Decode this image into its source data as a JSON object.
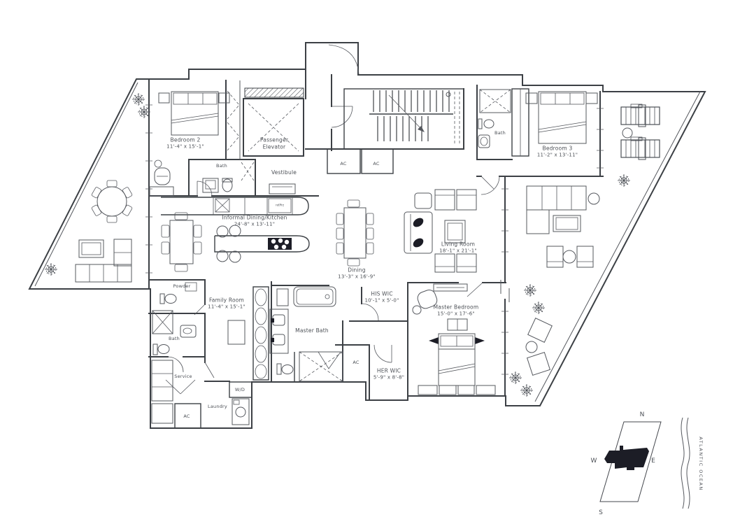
{
  "drawing": {
    "rooms": {
      "bedroom2": {
        "name": "Bedroom 2",
        "dims": "11'-4\" x 15'-1\""
      },
      "bath2": {
        "name": "Bath"
      },
      "elevator": {
        "line1": "Passenger",
        "line2": "Elevator"
      },
      "vestibule": {
        "name": "Vestibule"
      },
      "bedroom3": {
        "name": "Bedroom 3",
        "dims": "11'-2\" x 13'-11\""
      },
      "bath3": {
        "name": "Bath"
      },
      "ac1": {
        "name": "AC"
      },
      "ac2": {
        "name": "AC"
      },
      "ac3": {
        "name": "AC"
      },
      "ac4": {
        "name": "AC"
      },
      "kitchen": {
        "name": "Informal Dining/Kitchen",
        "dims": "24'-8\" x 13'-11\""
      },
      "dining": {
        "name": "Dining",
        "dims": "13'-3\" x 16'-9\""
      },
      "living": {
        "name": "Living Room",
        "dims": "18'-1\" x 21'-1\""
      },
      "family": {
        "name": "Family Room",
        "dims": "11'-4\" x 15'-1\""
      },
      "powder": {
        "name": "Powder"
      },
      "bath_service": {
        "name": "Bath"
      },
      "service": {
        "name": "Service"
      },
      "laundry": {
        "name": "Laundry"
      },
      "wd": {
        "name": "W/D"
      },
      "master_bath": {
        "name": "Master Bath"
      },
      "his_wic": {
        "name": "HIS WIC",
        "dims": "10'-1\" x 5'-0\""
      },
      "her_wic": {
        "name": "HER WIC",
        "dims": "5'-9\" x 8'-8\""
      },
      "master_bedroom": {
        "name": "Master Bedroom",
        "dims": "15'-0\" x 17'-6\""
      }
    },
    "appliance_label": "ref/frz",
    "compass": {
      "north": "N",
      "south": "S",
      "east": "E",
      "west": "W"
    },
    "ocean": "ATLANTIC OCEAN"
  }
}
